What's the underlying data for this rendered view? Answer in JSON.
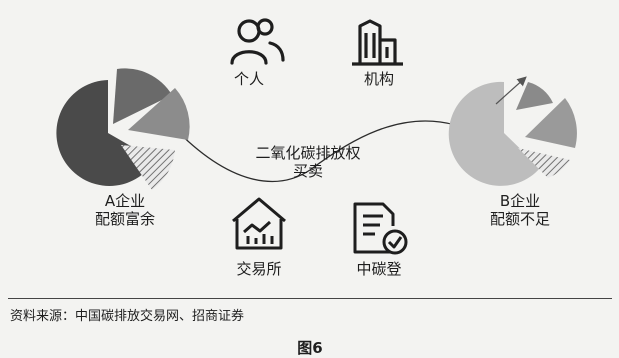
{
  "center_label": {
    "line1": "二氧化碳排放权",
    "line2": "买卖"
  },
  "company_a": {
    "line1": "A企业",
    "line2": "配额富余"
  },
  "company_b": {
    "line1": "B企业",
    "line2": "配额不足"
  },
  "icons": [
    {
      "name": "person-icon",
      "label": "个人"
    },
    {
      "name": "building-icon",
      "label": "机构"
    },
    {
      "name": "exchange-icon",
      "label": "交易所"
    },
    {
      "name": "document-check-icon",
      "label": "中碳登"
    }
  ],
  "source": "资料来源：中国碳排放交易网、招商证券",
  "caption": "图6",
  "colors": {
    "dark_slice": "#4a4a4a",
    "mid_slice": "#8c8c8c",
    "light_slice": "#c9c9c9",
    "ink": "#1e1e1e"
  }
}
